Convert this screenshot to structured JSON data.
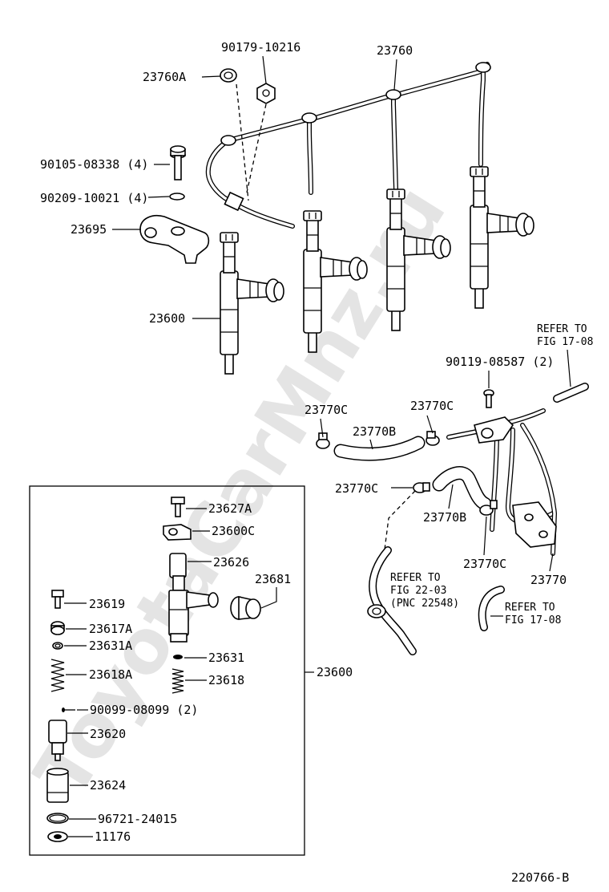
{
  "watermark": "ToyotaCarMnz.ru",
  "diagram_code": "220766-B",
  "labels": {
    "p90179_10216": "90179-10216",
    "p23760": "23760",
    "p23760A": "23760A",
    "p90105_08338": "90105-08338 (4)",
    "p90209_10021": "90209-10021 (4)",
    "p23695": "23695",
    "p23600_top": "23600",
    "p90119_08587": "90119-08587 (2)",
    "p23770C_a": "23770C",
    "p23770C_b": "23770C",
    "p23770B_a": "23770B",
    "p23770C_c": "23770C",
    "p23770B_b": "23770B",
    "p23770C_d": "23770C",
    "p23770": "23770",
    "p23627A": "23627A",
    "p23600C": "23600C",
    "p23626": "23626",
    "p23681": "23681",
    "p23619": "23619",
    "p23617A": "23617A",
    "p23631A": "23631A",
    "p23631": "23631",
    "p23618A": "23618A",
    "p23618": "23618",
    "p23600_box": "23600",
    "p90099_08099": "90099-08099 (2)",
    "p23620": "23620",
    "p23624": "23624",
    "p96721_24015": "96721-24015",
    "p11176": "11176"
  },
  "refs": {
    "fig17_top_l1": "REFER TO",
    "fig17_top_l2": "FIG 17-08",
    "fig22_l1": "REFER TO",
    "fig22_l2": "FIG 22-03",
    "fig22_l3": "(PNC 22548)",
    "fig17_bot_l1": "REFER TO",
    "fig17_bot_l2": "FIG 17-08"
  }
}
